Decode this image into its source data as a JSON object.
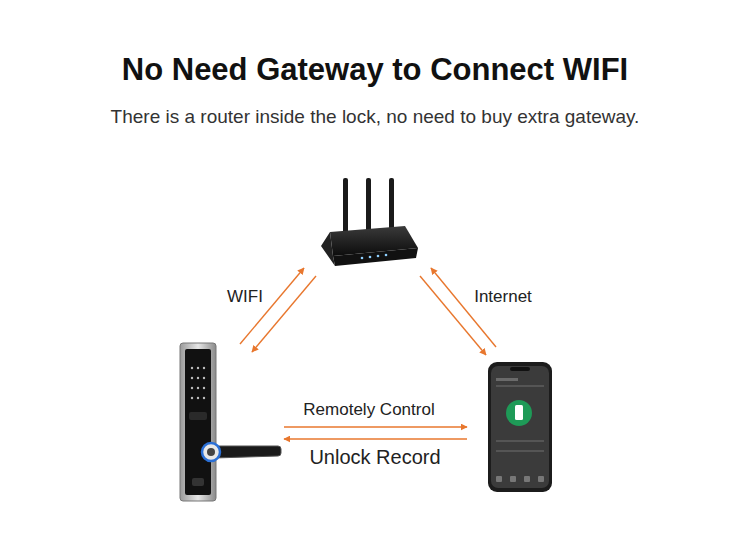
{
  "diagram": {
    "title": "No Need Gateway to Connect WIFI",
    "labels": [
      "There is a router inside the lock, no need to buy extra gateway.",
      "WIFI",
      "Internet",
      "Remotely Control",
      "Unlock Record"
    ]
  }
}
